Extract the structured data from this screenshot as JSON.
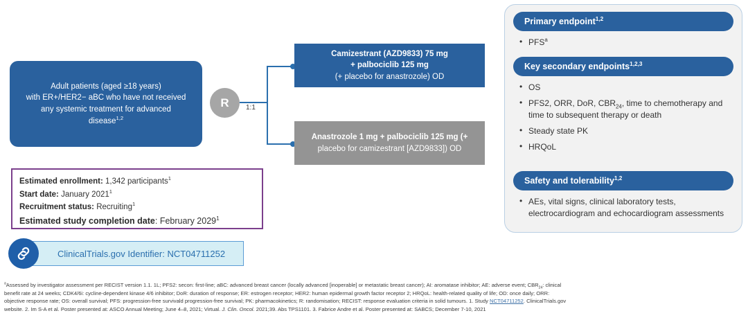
{
  "population": {
    "line1": "Adult patients (aged ≥18 years)",
    "line2": "with ER+/HER2− aBC who have not received",
    "line3": "any systemic treatment for advanced",
    "line4": "disease",
    "refs": "1,2"
  },
  "randomisation": {
    "label": "R",
    "ratio": "1:1"
  },
  "arms": {
    "experimental": {
      "line1": "Camizestrant (AZD9833) 75 mg",
      "line2": "+ palbociclib 125 mg",
      "line3": "(+ placebo for anastrozole) OD",
      "color": "#2a619e"
    },
    "comparator": {
      "line1": "Anastrozole 1 mg + palbociclib 125 mg (+",
      "line2": "placebo for camizestrant [AZD9833]) OD",
      "color": "#949494"
    }
  },
  "enrollment": {
    "rows": [
      {
        "label": "Estimated enrollment:",
        "value": " 1,342 participants",
        "ref": "1"
      },
      {
        "label": "Start date:",
        "value": " January 2021",
        "ref": "1"
      },
      {
        "label": "Recruitment status:",
        "value": " Recruiting",
        "ref": "1"
      },
      {
        "label": "Estimated study completion date",
        "value": ": February 2029",
        "ref": "1"
      }
    ],
    "border_color": "#7b3f8c"
  },
  "clinicaltrials": {
    "icon": "link-icon",
    "text": "ClinicalTrials.gov Identifier: NCT04711252",
    "pill_bg": "#d5eef5",
    "pill_border": "#5b9bd5",
    "icon_bg": "#1f5fa9"
  },
  "endpoints": {
    "primary": {
      "title": "Primary endpoint",
      "refs": "1,2",
      "items": [
        {
          "text": "PFS",
          "sup": "a"
        }
      ]
    },
    "secondary": {
      "title": "Key secondary endpoints",
      "refs": "1,2,3",
      "items": [
        {
          "text": "OS"
        },
        {
          "text": "PFS2, ORR, DoR, CBR",
          "sub": "24",
          "text2": ", time to chemotherapy and time to subsequent therapy or death"
        },
        {
          "text": "Steady state PK"
        },
        {
          "text": "HRQoL"
        }
      ]
    },
    "safety": {
      "title": "Safety and tolerability",
      "refs": "1,2",
      "items": [
        {
          "text": "AEs, vital signs, clinical laboratory tests, electrocardiogram and echocardiogram assessments"
        }
      ]
    },
    "header_color": "#2a619e",
    "panel_bg": "#f2f2f2"
  },
  "footnotes": {
    "line1_a": "Assessed by investigator assessment per RECIST version 1.1. 1L; PFS2: secon: first-line; aBC: advanced breast cancer (locally advanced [inoperable] or metastatic breast cancer); AI: aromatase inhibitor; AE: adverse event; CBR",
    "line1_sub": "24",
    "line1_b": ": clinical",
    "line2_a": "benefit rate at 24 weeks; CDK4/6i: cycline-dependent kinase 4/6 inhibitor; DoR: duration of response; ER: estrogen receptor; HER2: human epidermal growth factor receptor 2; HRQoL: health-related quality of life; OD: once daily; ORR:",
    "line3_a": "objective response rate; OS: overall survival; PFS: progression-free survivald progression-free survival; PK: pharmacokinetics; R: randomisation; RECIST: response evaluation criteria in solid tumours. 1. Study ",
    "line3_link": "NCT04711252",
    "line3_b": ". ClinicalTrials.gov",
    "line4_a": "website. 2. Im S-A et al. Poster presented at: ASCO Annual Meeting; June 4–8, 2021; Virtual. ",
    "line4_ital": "J. Clin. Oncol.",
    "line4_b": " 2021;39. Abs TPS1101. 3. Fabrice Andre et al. Poster presented at: SABCS; December 7-10, 2021",
    "marker": "a"
  }
}
